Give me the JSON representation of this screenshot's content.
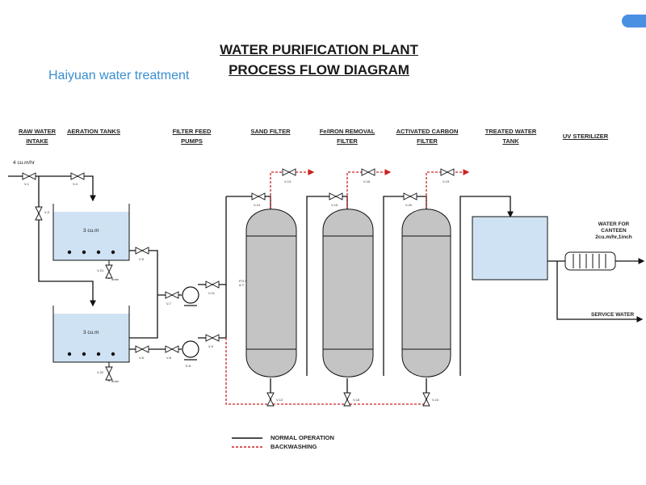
{
  "title_line1": "WATER PURIFICATION PLANT",
  "title_line2": "PROCESS FLOW DIAGRAM",
  "brand": "Haiyuan water treatment",
  "corner_tag": "",
  "headers": {
    "raw_water": [
      "RAW WATER",
      "INTAKE"
    ],
    "aeration": [
      "AERATION TANKS"
    ],
    "filter_feed": [
      "FILTER FEED",
      "PUMPS"
    ],
    "sand_filter": [
      "SAND FILTER"
    ],
    "iron_removal": [
      "Fe/IRON REMOVAL",
      "FILTER"
    ],
    "activated_carbon": [
      "ACTIVATED CARBON",
      "FILTER"
    ],
    "treated_tank": [
      "TREATED WATER",
      "TANK"
    ],
    "uv": [
      "UV STERILIZER"
    ]
  },
  "flow_rate": "4 cu.m/hr",
  "tank1_capacity": "3 cu.m",
  "tank2_capacity": "3 cu.m",
  "outputs": {
    "canteen": [
      "WATER FOR",
      "CANTEEN",
      "2cu.m/hr,1inch"
    ],
    "service": "SERVICE WATER"
  },
  "valves": {
    "v1": "V-1",
    "v4": "V-4",
    "v3": "V-3",
    "v21": "V-21",
    "v22": "V-22",
    "v5": "V-5",
    "v6": "V-6",
    "v7": "V-7",
    "v8": "V-8",
    "v11": "V-11",
    "v9": "V-9",
    "v14": "V-14",
    "v13": "V-13",
    "v12": "V-12",
    "v15": "V-15",
    "v16": "V-16",
    "v18": "V-18",
    "v20": "V-20",
    "v19": "V-19",
    "v10": "V-10",
    "drain1": "drain",
    "drain2": "drain",
    "pi": "P.G / A.T",
    "pump_tag": "E-8"
  },
  "legend": {
    "normal": "NORMAL OPERATION",
    "backwash": "BACKWASHING"
  },
  "colors": {
    "pipe": "#111111",
    "backwash": "#cc2222",
    "tank_fill": "#cfe2f3",
    "vessel_fill": "#c4c4c4",
    "brand": "#3a8fd0"
  }
}
